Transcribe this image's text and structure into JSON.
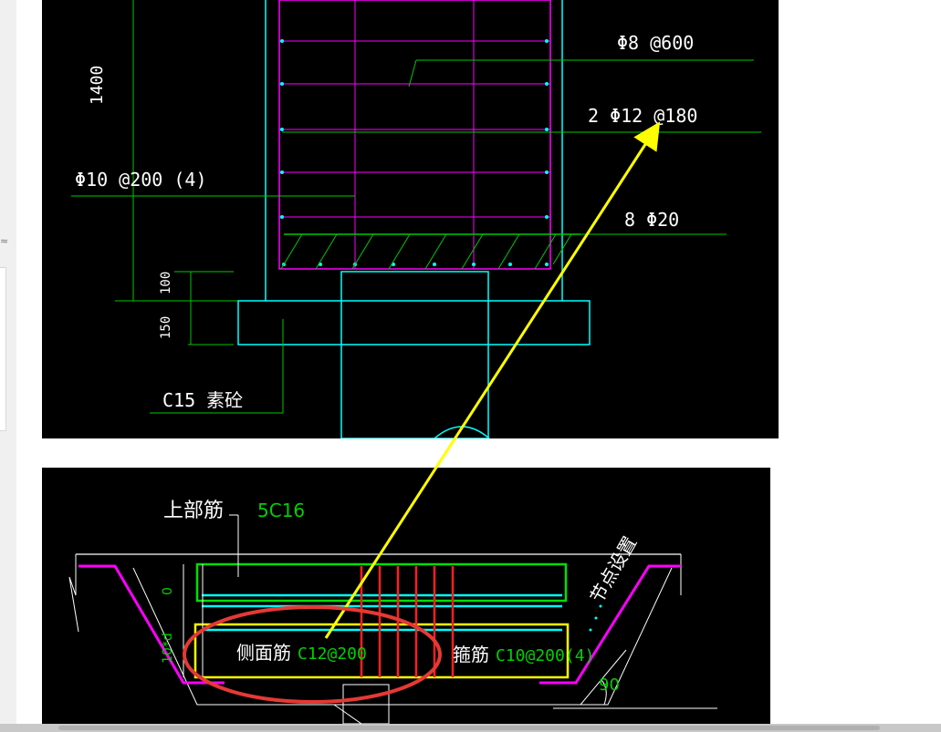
{
  "sidebar": {
    "glyph": "≈"
  },
  "top_drawing": {
    "labels": {
      "stirrup_upper": "Φ8 @600",
      "side_bars": "2 Φ12 @180",
      "stirrup_main": "Φ10 @200 (4)",
      "bottom_bars": "8 Φ20",
      "dim_height": "1400",
      "dim_100": "100",
      "dim_150": "150",
      "concrete": "C15 素砼"
    }
  },
  "bottom_drawing": {
    "labels": {
      "top_rebar_label": "上部筋",
      "top_rebar_value": "5C16",
      "side_rebar_label": "侧面筋",
      "side_rebar_value": "C12@200",
      "stirrup_label": "箍筋",
      "stirrup_value": "C10@200(4)",
      "node_setting": "节点设置",
      "angle": "90",
      "dim_zero": "0",
      "dim_10d": "10*d"
    }
  },
  "annotation": {
    "arrow_color": "#ffff00",
    "ellipse_color": "#e53935"
  },
  "colors": {
    "magenta": "#ff00ff",
    "cyan": "#00ffff",
    "green": "#00c800",
    "yellow": "#ffff00",
    "red": "#ff2020"
  }
}
